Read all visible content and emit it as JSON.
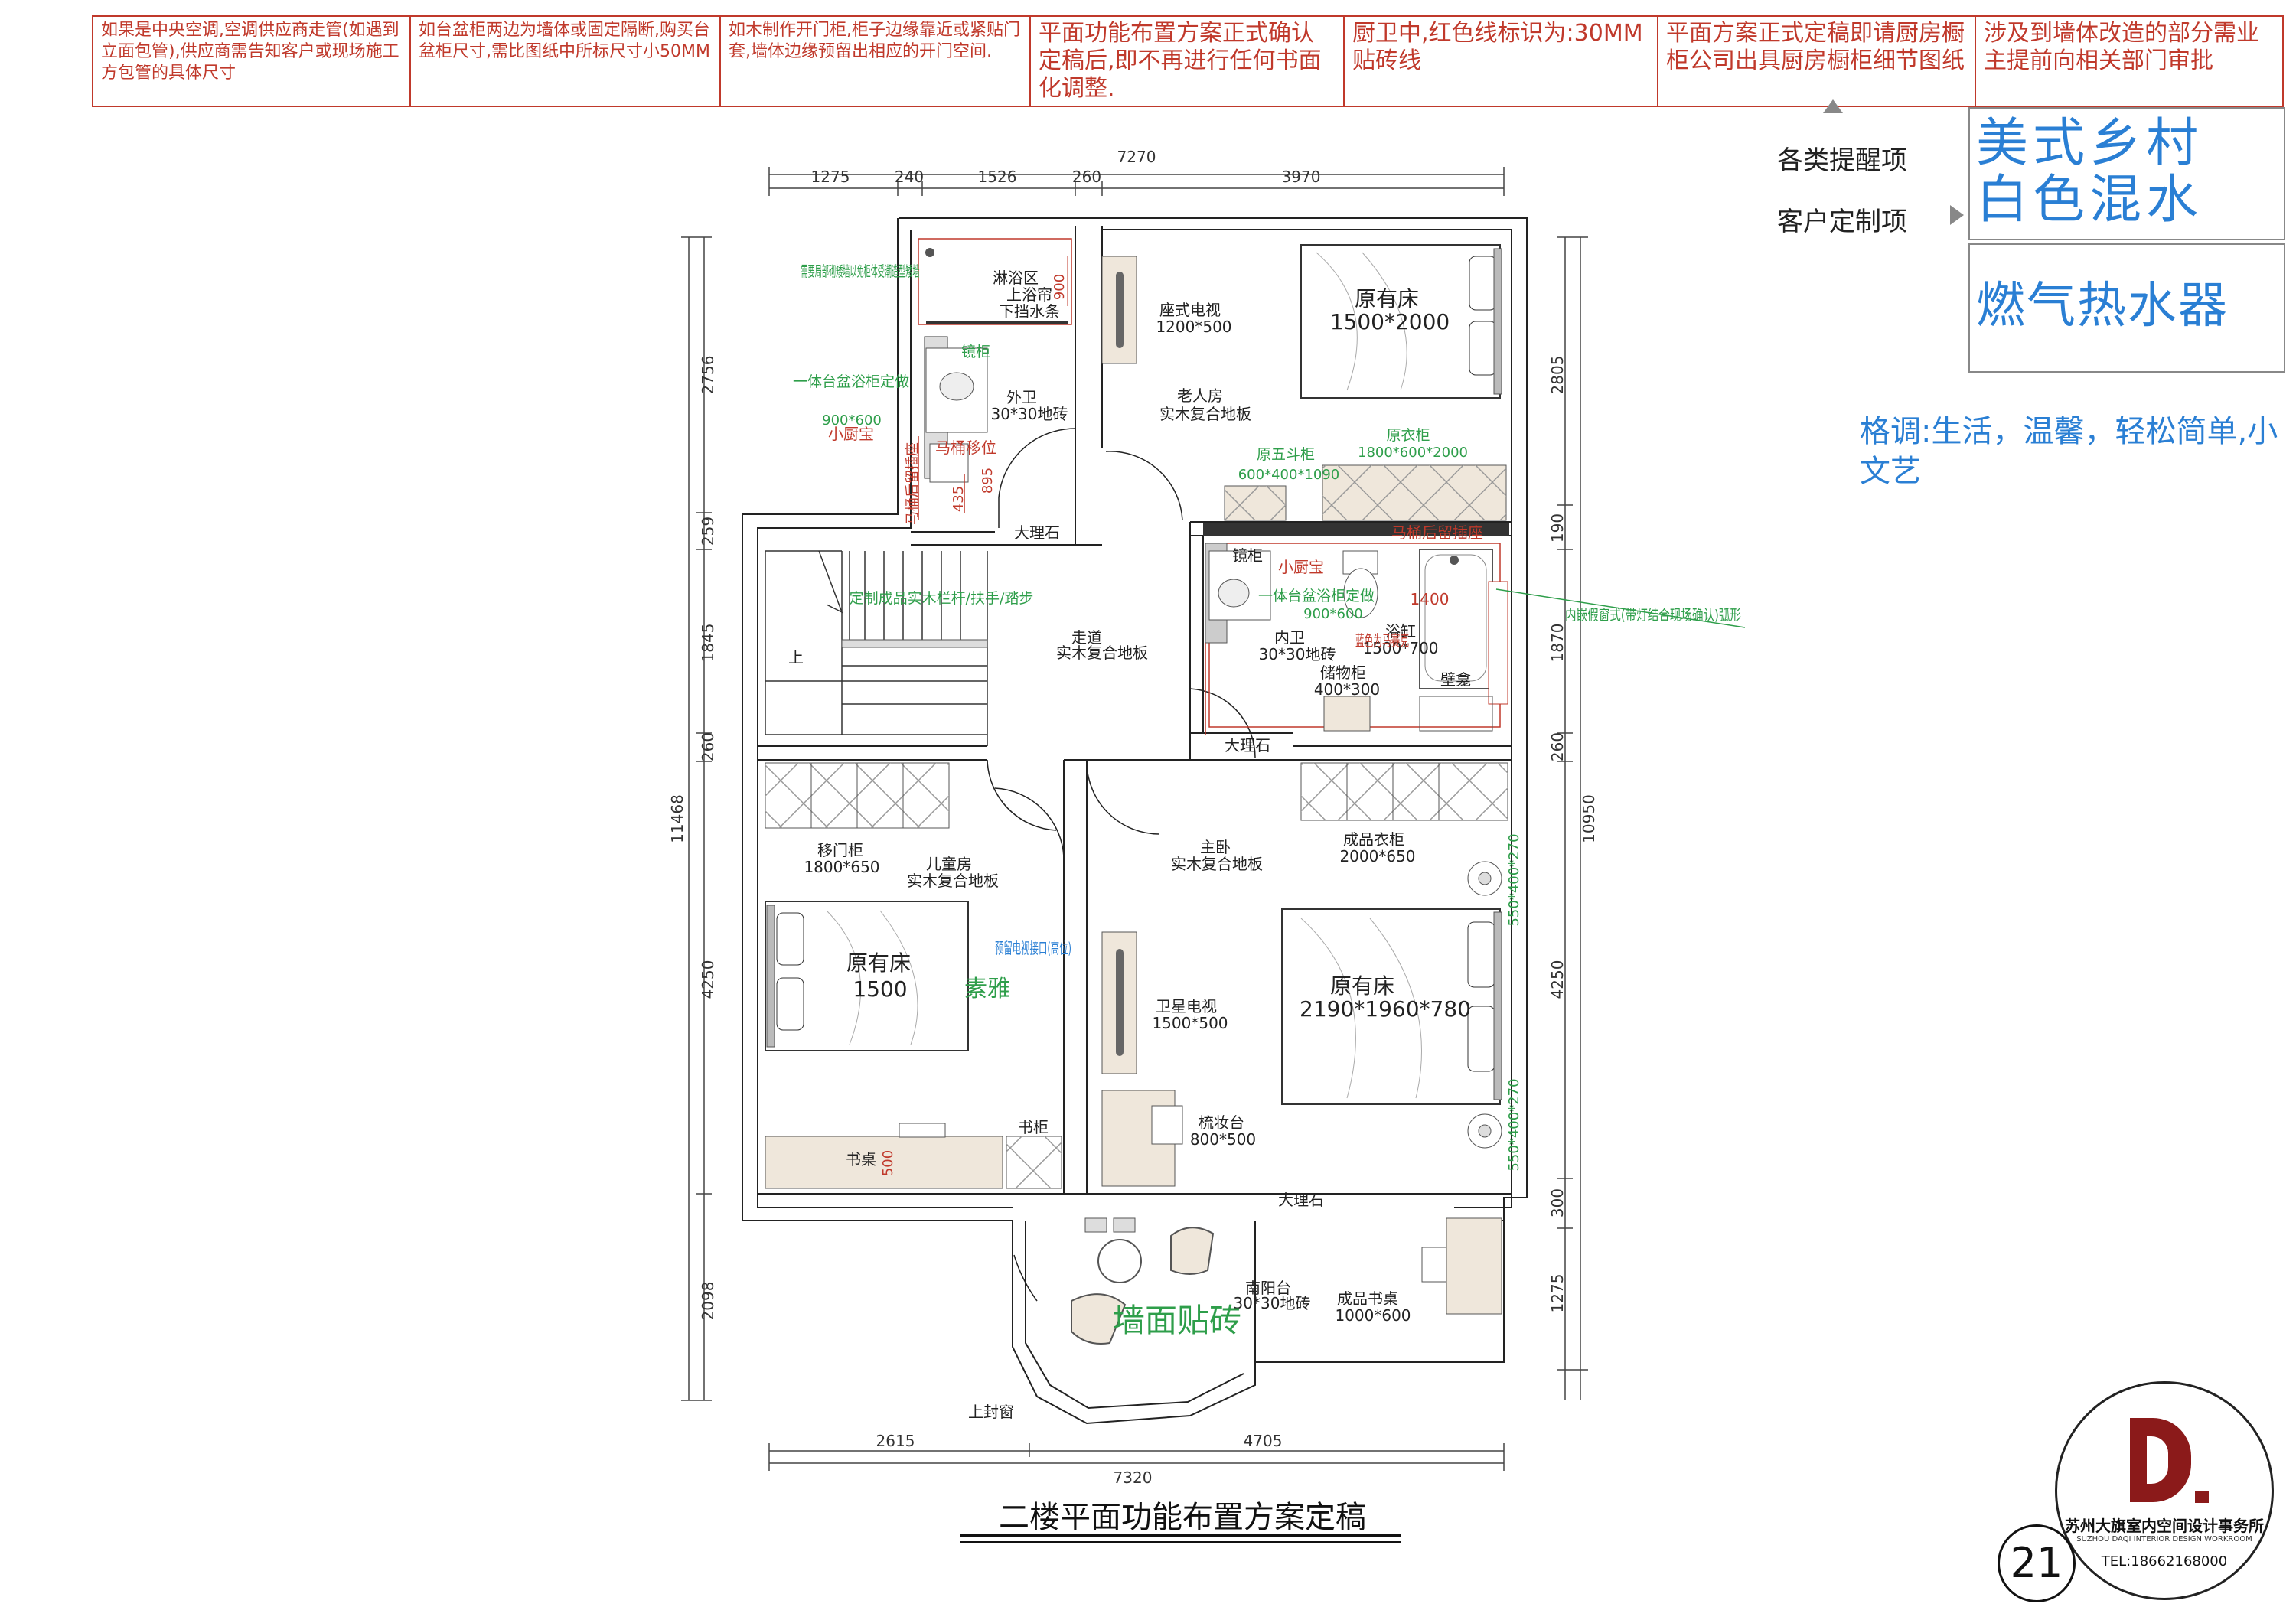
{
  "notes": [
    "如果是中央空调,空调供应商走管(如遇到立面包管),供应商需告知客户或现场施工方包管的具体尺寸",
    "如台盆柜两边为墙体或固定隔断,购买台盆柜尺寸,需比图纸中所标尺寸小50MM",
    "如木制作开门柜,柜子边缘靠近或紧贴门套,墙体边缘预留出相应的开门空间.",
    "平面功能布置方案正式确认定稿后,即不再进行任何书面化调整.",
    "厨卫中,红色线标识为:30MM贴砖线",
    "平面方案正式定稿即请厨房橱柜公司出具厨房橱柜细节图纸",
    "涉及到墙体改造的部分需业主提前向相关部门审批"
  ],
  "right_panel": {
    "reminder_label": "各类提醒项",
    "custom_label": "客户定制项",
    "style_line1": "美式乡村",
    "style_line2": "白色混水",
    "heater": "燃气热水器",
    "tone": "格调:生活，温馨，轻松简单,小文艺"
  },
  "dims": {
    "top_total": "7270",
    "top_parts": [
      "1275",
      "240",
      "1526",
      "260",
      "3970"
    ],
    "bottom_total": "7320",
    "bottom_parts": [
      "2615",
      "4705"
    ],
    "left_total": "11468",
    "left_parts": [
      "2756",
      "259",
      "1845",
      "260",
      "4250",
      "2098"
    ],
    "right_total": "10950",
    "right_parts": [
      "2805",
      "190",
      "1870",
      "260",
      "4250",
      "300",
      "1275"
    ]
  },
  "labels": {
    "shower": "淋浴区",
    "shower_curtain": "上浴帘",
    "water_strip": "下挡水条",
    "dim_900": "900",
    "partial_wall": "需要局部砌矮墙以免柜体受潮造型矮墙",
    "mirror_cab": "镜柜",
    "basin1": "一体台盆浴柜定做",
    "basin1_size": "900*600",
    "small_heater": "小厨宝",
    "outer_bath": "外卫",
    "tile_30": "30*30地砖",
    "toilet_move": "马桶移位",
    "toilet_socket": "马桶后留插座",
    "dim_895": "895",
    "dim_435": "435",
    "marble": "大理石",
    "seat_tv": "座式电视",
    "seat_tv_size": "1200*500",
    "elder_room": "老人房",
    "wood_floor": "实木复合地板",
    "old_bed_a": "原有床",
    "old_bed_a_size": "1500*2000",
    "chest": "原五斗柜",
    "chest_size": "600*400*1090",
    "wardrobe_a": "原衣柜",
    "wardrobe_a_size": "1800*600*2000",
    "inner_socket": "马桶后留插座",
    "inner_mirror": "镜柜",
    "inner_heater": "小厨宝",
    "inner_basin": "一体台盆浴柜定做",
    "inner_basin_size": "900*600",
    "dim_1400": "1400",
    "bathtub": "浴缸",
    "bathtub_size": "1500*700",
    "inner_bath": "内卫",
    "inner_tile": "30*30地砖",
    "blue_mosaic": "蓝色为马赛克",
    "storage": "储物柜",
    "storage_size": "400*300",
    "niche": "壁龛",
    "false_window": "内嵌假窗式(带灯结合现场确认)弧形",
    "stairs_custom": "定制成品实木栏杆/扶手/踏步",
    "stairs_up": "上",
    "corridor": "走道",
    "slide_cab": "移门柜",
    "slide_cab_size": "1800*650",
    "kids_room": "儿童房",
    "master": "主卧",
    "wardrobe_b": "成品衣柜",
    "wardrobe_b_size": "2000*650",
    "dim_550a": "550*400*270",
    "old_bed_b": "原有床",
    "old_bed_b_size": "1500",
    "tv_reserve": "预留电视接口(高位)",
    "elegant": "素雅",
    "sat_tv": "卫星电视",
    "sat_tv_size": "1500*500",
    "old_bed_c": "原有床",
    "old_bed_c_size": "2190*1960*780",
    "dim_550b": "550*400*270",
    "desk": "书桌",
    "dim_500": "500",
    "bookcase": "书柜",
    "dresser": "梳妆台",
    "dresser_size": "800*500",
    "south_balcony": "南阳台",
    "balcony_tile": "30*30地砖",
    "desk_b": "成品书桌",
    "desk_b_size": "1000*600",
    "wall_tile": "墙面贴砖",
    "top_window": "上封窗"
  },
  "title": "二楼平面功能布置方案定稿",
  "logo": {
    "name": "苏州大旗室内空间设计事务所",
    "en": "SUZHOU DAQI INTERIOR DESIGN WORKROOM",
    "tel": "TEL:18662168000"
  },
  "page_number": "21",
  "colors": {
    "red": "#c0392b",
    "green": "#2e9e4a",
    "blue": "#2a7fd4",
    "beige": "#efe7db",
    "wall": "#222222"
  }
}
